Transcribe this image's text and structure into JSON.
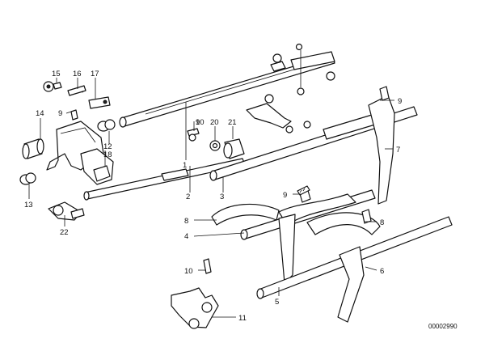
{
  "document_id": "00002990",
  "callouts": [
    {
      "id": "1",
      "text": "1"
    },
    {
      "id": "2",
      "text": "2"
    },
    {
      "id": "3",
      "text": "3"
    },
    {
      "id": "4",
      "text": "4"
    },
    {
      "id": "5",
      "text": "5"
    },
    {
      "id": "6",
      "text": "6"
    },
    {
      "id": "7",
      "text": "7"
    },
    {
      "id": "8a",
      "text": "8"
    },
    {
      "id": "8b",
      "text": "8"
    },
    {
      "id": "9a",
      "text": "9"
    },
    {
      "id": "9b",
      "text": "9"
    },
    {
      "id": "9c",
      "text": "9"
    },
    {
      "id": "9d",
      "text": "9"
    },
    {
      "id": "10a",
      "text": "10"
    },
    {
      "id": "10b",
      "text": "10"
    },
    {
      "id": "11",
      "text": "11"
    },
    {
      "id": "12",
      "text": "12"
    },
    {
      "id": "13",
      "text": "13"
    },
    {
      "id": "14",
      "text": "14"
    },
    {
      "id": "15",
      "text": "15"
    },
    {
      "id": "16",
      "text": "16"
    },
    {
      "id": "17",
      "text": "17"
    },
    {
      "id": "18",
      "text": "18"
    },
    {
      "id": "20",
      "text": "20"
    },
    {
      "id": "21",
      "text": "21"
    },
    {
      "id": "22",
      "text": "22"
    }
  ]
}
